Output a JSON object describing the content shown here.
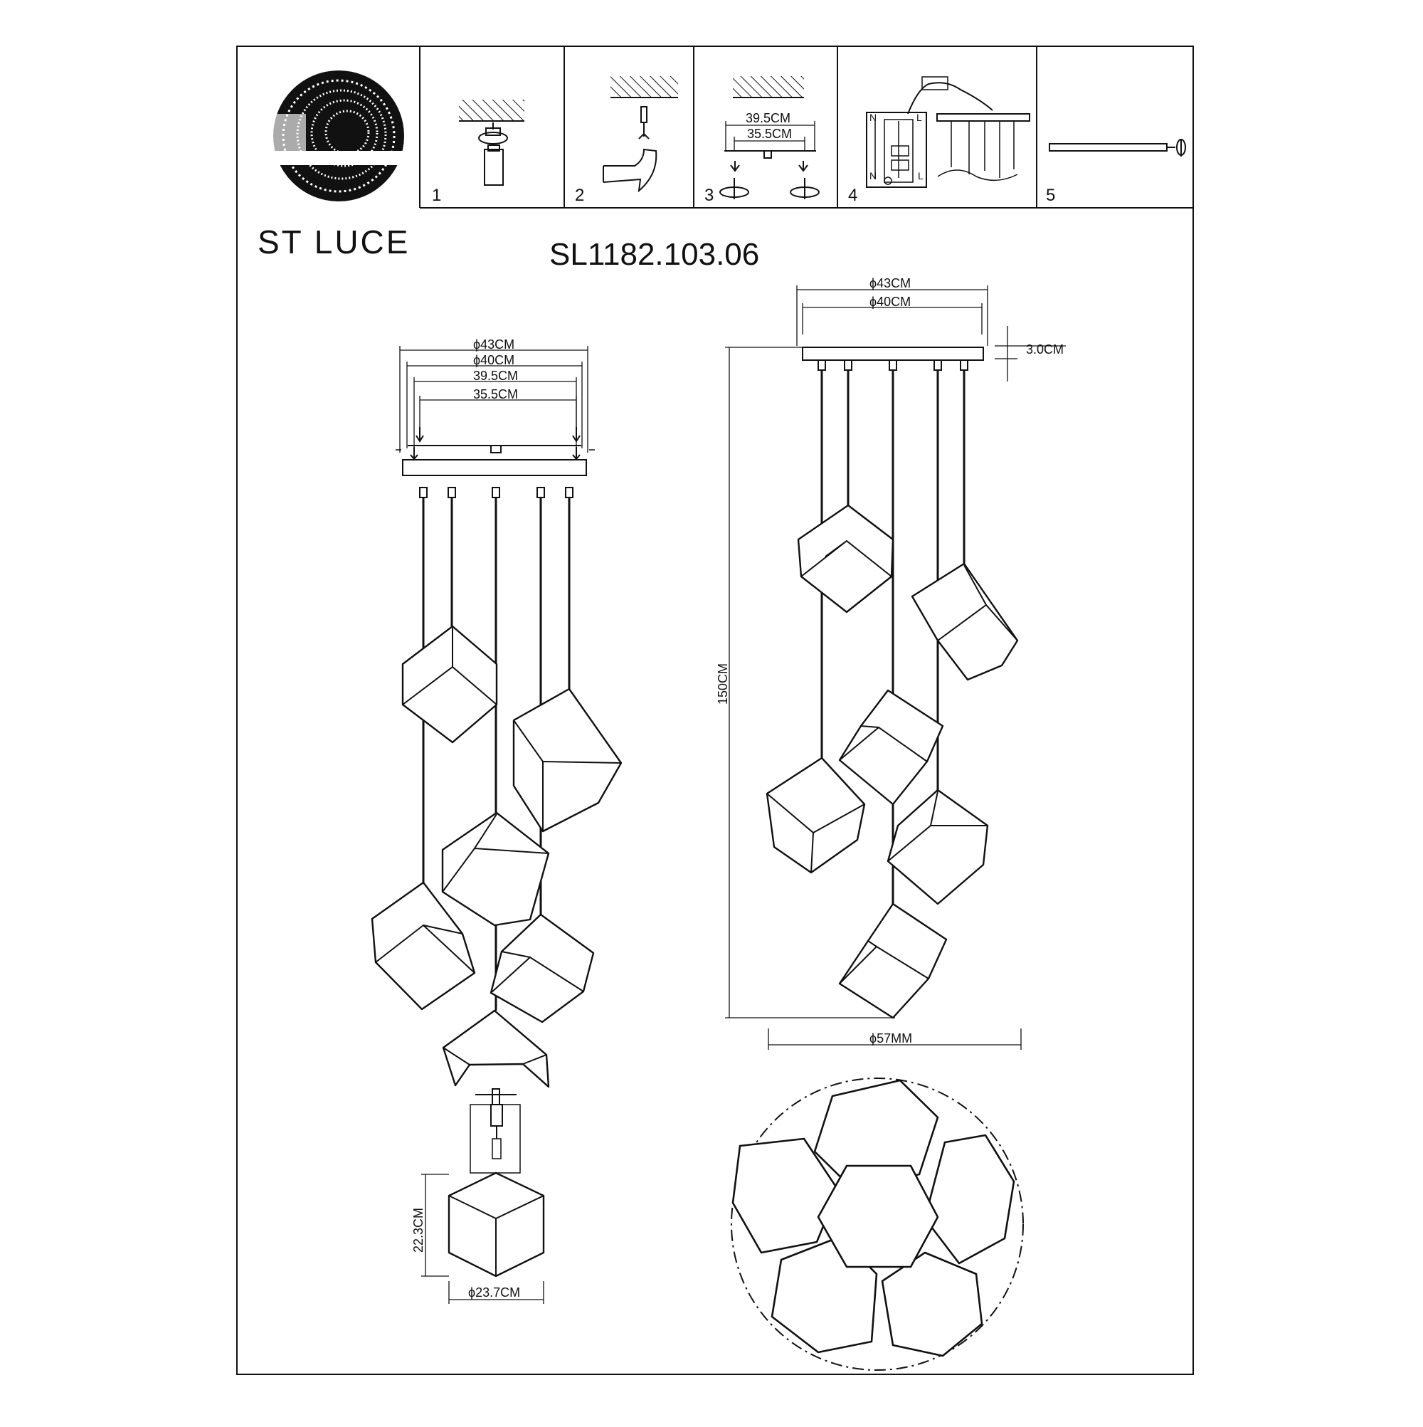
{
  "brand": {
    "name": "ST LUCE",
    "model": "SL1182.103.06"
  },
  "steps": [
    {
      "number": "1"
    },
    {
      "number": "2"
    },
    {
      "number": "3",
      "dim_outer": "39.5CM",
      "dim_inner": "35.5CM"
    },
    {
      "number": "4",
      "label_n": "N",
      "label_l": "L"
    },
    {
      "number": "5"
    }
  ],
  "left_view": {
    "dim_43": "ϕ43CM",
    "dim_40": "ϕ40CM",
    "dim_39_5": "39.5CM",
    "dim_35_5": "35.5CM",
    "pendant_height": "22.3CM",
    "pendant_width": "ϕ23.7CM"
  },
  "right_view": {
    "dim_43": "ϕ43CM",
    "dim_40": "ϕ40CM",
    "dim_3": "3.0CM",
    "overall_height": "150CM",
    "bottom_width": "ϕ57MM"
  },
  "icons": [
    "brand-logo-icon"
  ],
  "colors": {
    "line": "#111111",
    "background": "#ffffff"
  }
}
